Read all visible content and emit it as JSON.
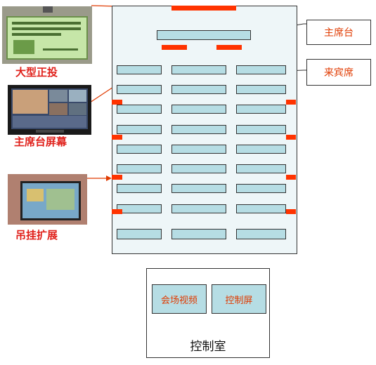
{
  "labels": {
    "large_projection": "大型正投",
    "chairman_screen": "主席台屏幕",
    "hanging_extension": "吊挂扩展",
    "chairman_table": "主席台",
    "guest_seats": "来宾席"
  },
  "control_room": {
    "title": "控制室",
    "venue_video": "会场视频",
    "control_screen": "控制屏"
  },
  "colors": {
    "accent_red": "#ff3300",
    "desk_fill": "#b6dde4",
    "label_text": "#e03a00"
  }
}
